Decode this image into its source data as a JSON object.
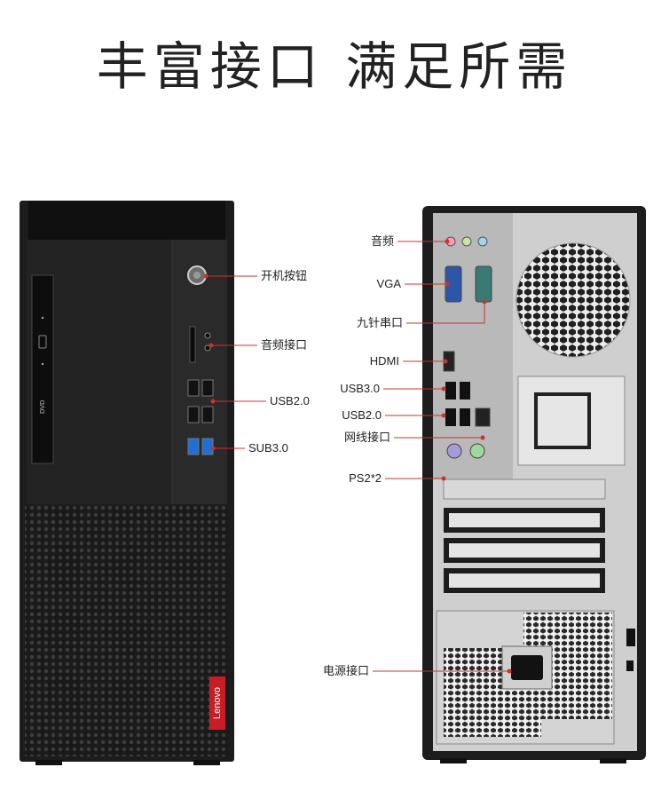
{
  "headline": "丰富接口 满足所需",
  "front_panel": {
    "brand": "Lenovo",
    "labels": {
      "power_button": "开机按钮",
      "audio_port": "音频接口",
      "usb2": "USB2.0",
      "usb3": "SUB3.0"
    }
  },
  "rear_panel": {
    "labels": {
      "audio": "音频",
      "vga": "VGA",
      "serial": "九针串口",
      "hdmi": "HDMI",
      "usb3": "USB3.0",
      "usb2": "USB2.0",
      "ethernet": "网线接口",
      "ps2": "PS2*2",
      "power_socket": "电源接口"
    }
  },
  "colors": {
    "callout_line": "#c8342c",
    "chassis_dark": "#1c1c1c",
    "brand_red": "#c81d25"
  }
}
